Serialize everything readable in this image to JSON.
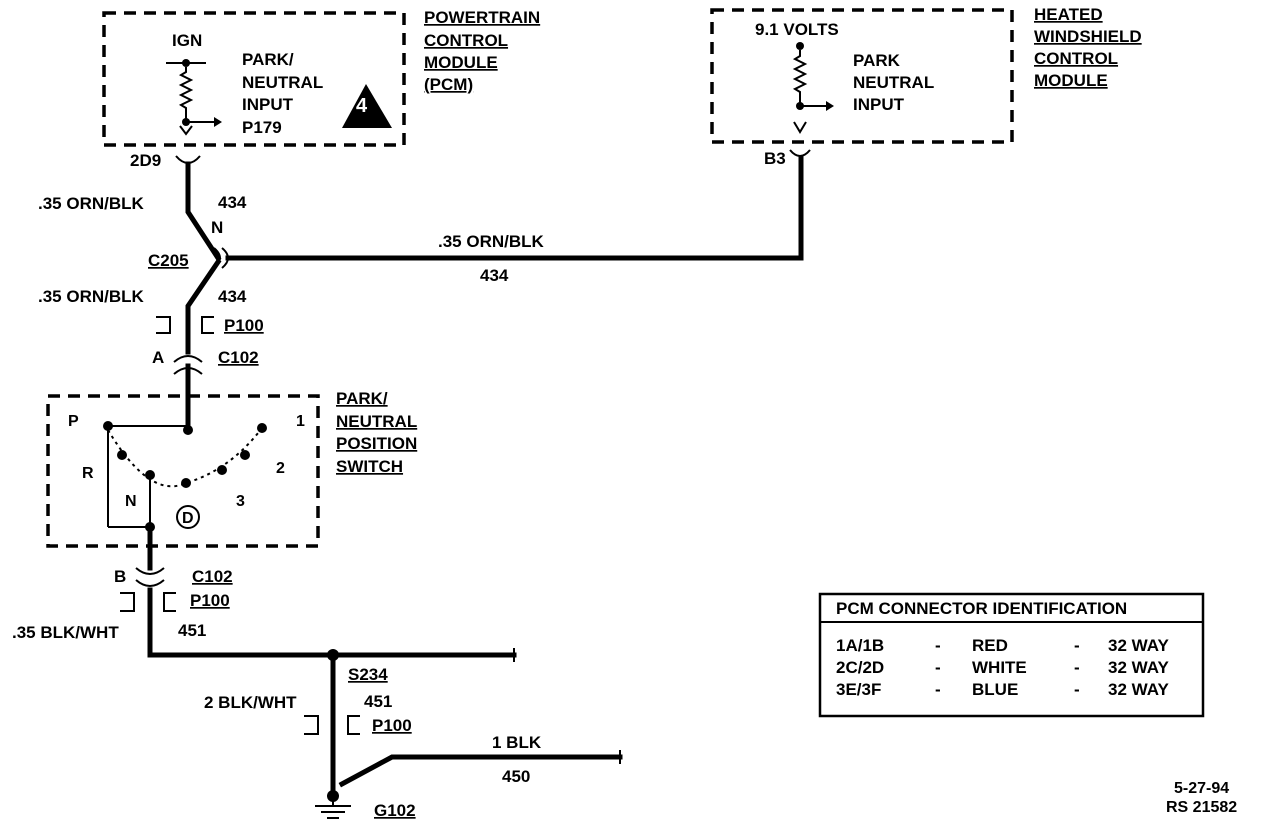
{
  "pcm": {
    "title_lines": [
      "POWERTRAIN",
      "CONTROL",
      "MODULE",
      "(PCM)"
    ],
    "ign": "IGN",
    "input_lines": [
      "PARK/",
      "NEUTRAL",
      "INPUT",
      "P179"
    ],
    "symbol_num": "4",
    "pin": "2D9"
  },
  "hwcm": {
    "title_lines": [
      "HEATED",
      "WINDSHIELD",
      "CONTROL",
      "MODULE"
    ],
    "volts": "9.1 VOLTS",
    "input_lines": [
      "PARK",
      "NEUTRAL",
      "INPUT"
    ],
    "pin": "B3"
  },
  "wires": {
    "w1_gauge": ".35 ORN/BLK",
    "w1_circuit": "434",
    "w1_pin": "N",
    "connector_c205": "C205",
    "w2_gauge": ".35 ORN/BLK",
    "w2_circuit": "434",
    "w3_gauge": ".35 ORN/BLK",
    "w3_circuit": "434",
    "p100_a": "P100",
    "c102_a": "C102",
    "pin_a": "A",
    "pin_b": "B",
    "c102_b": "C102",
    "p100_b": "P100",
    "w4_gauge": ".35 BLK/WHT",
    "w4_circuit": "451",
    "splice": "S234",
    "w5_gauge": "2 BLK/WHT",
    "w5_circuit": "451",
    "p100_c": "P100",
    "w6_gauge": "1 BLK",
    "w6_circuit": "450",
    "ground": "G102"
  },
  "switch": {
    "title_lines": [
      "PARK/",
      "NEUTRAL",
      "POSITION",
      "SWITCH"
    ],
    "positions": {
      "p": "P",
      "r": "R",
      "n": "N",
      "d": "D",
      "one": "1",
      "two": "2",
      "three": "3"
    }
  },
  "table": {
    "title": "PCM CONNECTOR IDENTIFICATION",
    "rows": [
      {
        "id": "1A/1B",
        "dash1": "-",
        "color": "RED",
        "dash2": "-",
        "ways": "32 WAY"
      },
      {
        "id": "2C/2D",
        "dash1": "-",
        "color": "WHITE",
        "dash2": "-",
        "ways": "32 WAY"
      },
      {
        "id": "3E/3F",
        "dash1": "-",
        "color": "BLUE",
        "dash2": "-",
        "ways": "32 WAY"
      }
    ]
  },
  "footer": {
    "date": "5-27-94",
    "ref": "RS 21582"
  }
}
